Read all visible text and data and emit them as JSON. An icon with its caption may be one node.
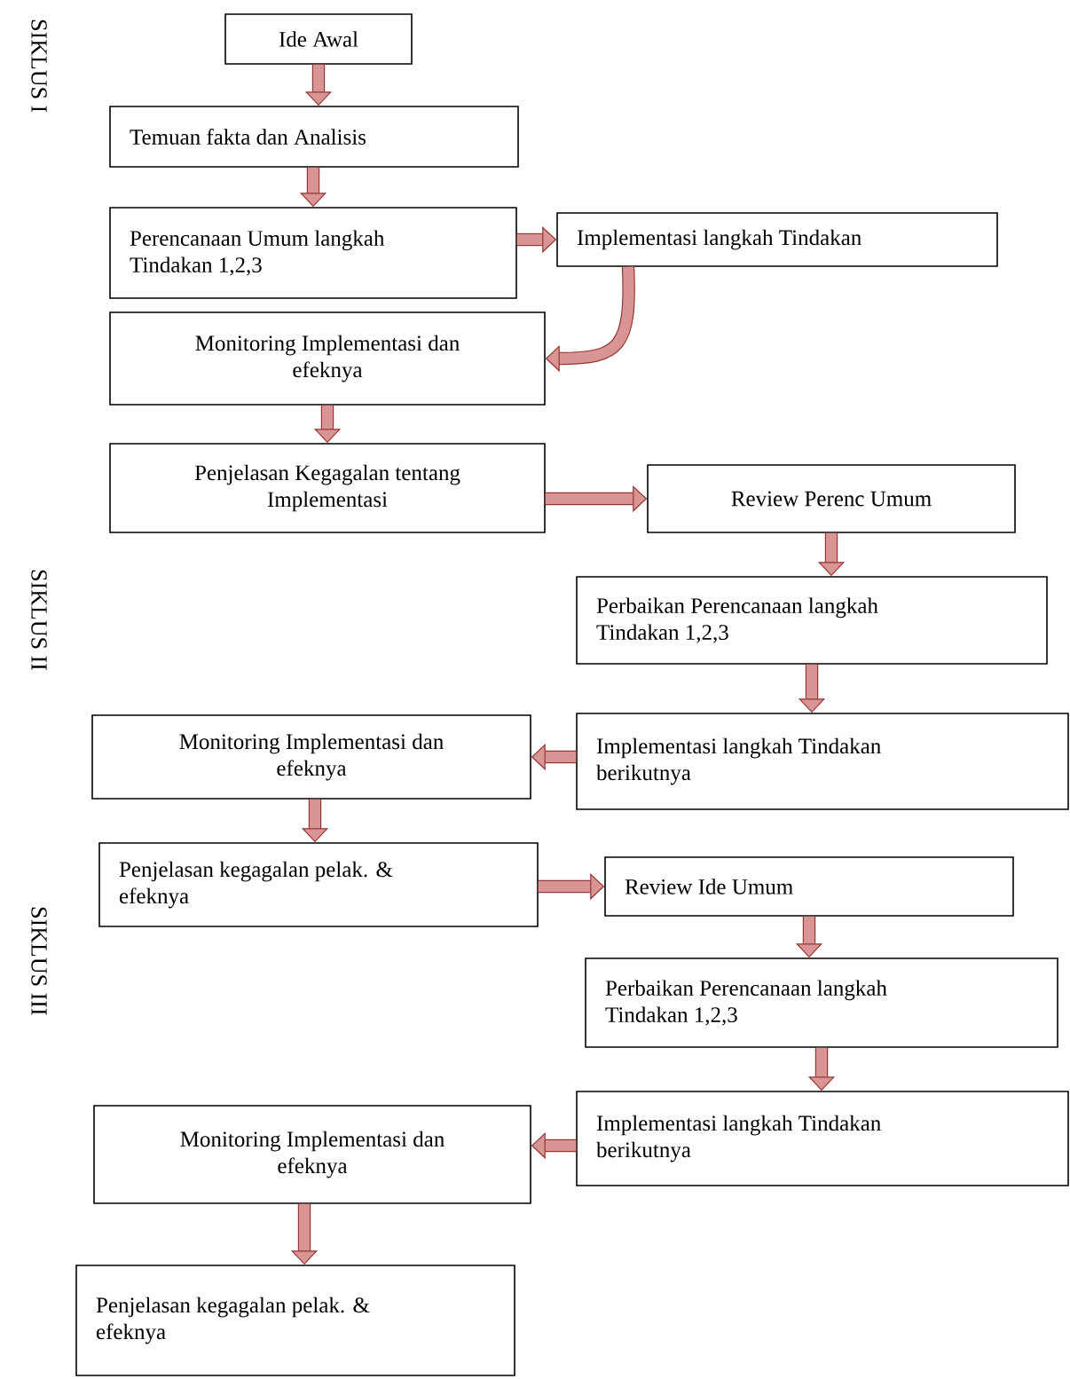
{
  "diagram": {
    "nodes": [
      {
        "text": [
          "Ide Awal"
        ]
      },
      {
        "text": [
          "Temuan fakta dan Analisis"
        ]
      },
      {
        "text": [
          "Perencanaan Umum langkah Tindakan 1,2,3"
        ]
      },
      {
        "text": [
          "Implementasi langkah Tindakan"
        ]
      },
      {
        "text": [
          "Monitoring Implementasi dan efeknya"
        ]
      },
      {
        "text": [
          "Penjelasan Kegagalan tentang Implementasi"
        ]
      },
      {
        "text": [
          "Review Perenc Umum"
        ]
      },
      {
        "text": [
          "Perbaikan Perencanaan langkah Tindakan 1,2,3"
        ]
      },
      {
        "text": [
          "Implementasi langkah Tindakan berikutnya"
        ]
      },
      {
        "text": [
          "Monitoring Implementasi dan efeknya"
        ]
      },
      {
        "text": [
          "Penjelasan kegagalan pelak. & efeknya"
        ]
      },
      {
        "text": [
          "Review Ide Umum"
        ]
      },
      {
        "text": [
          "Perbaikan Perencanaan langkah Tindakan 1,2,3"
        ]
      },
      {
        "text": [
          "Implementasi langkah Tindakan berikutnya"
        ]
      },
      {
        "text": [
          "Monitoring Implementasi dan efeknya"
        ]
      },
      {
        "text": [
          "Penjelasan kegagalan pelak. & efeknya"
        ]
      }
    ],
    "edges": [
      {
        "from": 0,
        "to": 1,
        "arrow": "to"
      },
      {
        "from": 1,
        "to": 2,
        "arrow": "to"
      },
      {
        "from": 2,
        "to": 3,
        "arrow": "to"
      },
      {
        "from": 3,
        "to": 4,
        "arrow": "to"
      },
      {
        "from": 4,
        "to": 5,
        "arrow": "to"
      },
      {
        "from": 5,
        "to": 6,
        "arrow": "to"
      },
      {
        "from": 6,
        "to": 7,
        "arrow": "to"
      },
      {
        "from": 7,
        "to": 8,
        "arrow": "to"
      },
      {
        "from": 8,
        "to": 9,
        "arrow": "to"
      },
      {
        "from": 9,
        "to": 10,
        "arrow": "to"
      },
      {
        "from": 10,
        "to": 11,
        "arrow": "to"
      },
      {
        "from": 11,
        "to": 12,
        "arrow": "to"
      },
      {
        "from": 12,
        "to": 13,
        "arrow": "to"
      },
      {
        "from": 13,
        "to": 14,
        "arrow": "to"
      },
      {
        "from": 14,
        "to": 15,
        "arrow": "to"
      }
    ],
    "labels": [
      "SIKLUS I",
      "SIKLUS II",
      "SIKLUS III"
    ]
  }
}
